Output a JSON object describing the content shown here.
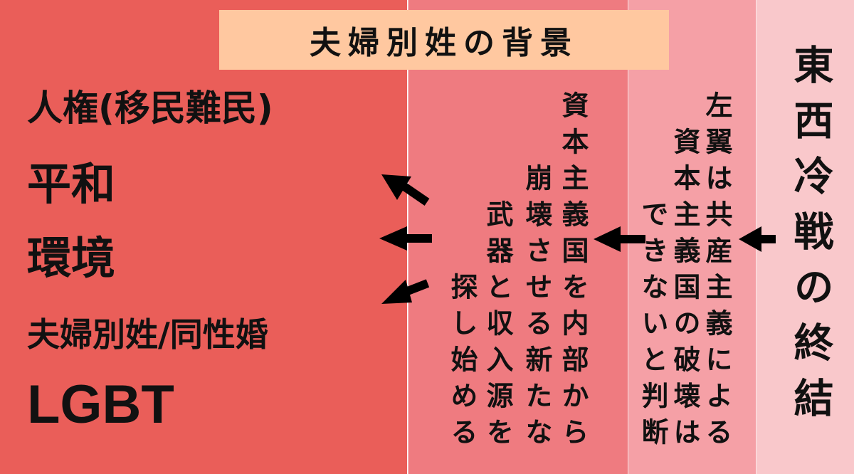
{
  "title": "夫婦別姓の背景",
  "left_items": [
    "人権(移民難民)",
    "平和",
    "環境",
    "夫婦別姓/同性婚",
    "LGBT"
  ],
  "column2": [
    "資本主義国を内部から",
    "崩壊させる新たな",
    "武器と収入源を",
    "探し始める"
  ],
  "column3": [
    "左翼は共産主義による",
    "資本主義国の破壊は",
    "できないと判断"
  ],
  "column4": "東西冷戦の終結",
  "colors": {
    "band1": "#EA5E59",
    "band2": "#EF7B80",
    "band3": "#F5A0A6",
    "band4": "#F9C8CB",
    "title_bg": "#FFC8A0"
  }
}
